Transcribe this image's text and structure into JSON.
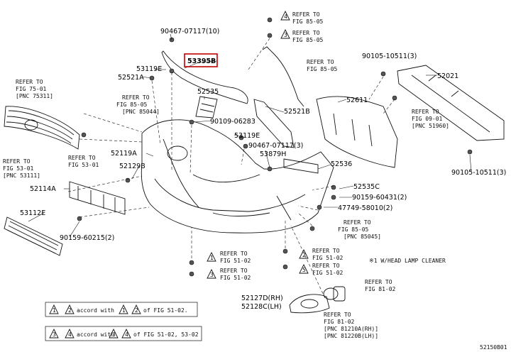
{
  "diagram_id": "52150B01",
  "highlighted_part": "53395B",
  "parts": {
    "p_90467_top": "90467-07117(10)",
    "p_53395B": "53395B",
    "p_53119E_top": "53119E",
    "p_52521A": "52521A",
    "p_52535": "52535",
    "p_90109": "90109-06283",
    "p_52521B": "52521B",
    "p_52611": "52611",
    "p_90105_top": "90105-10511(3)",
    "p_52021": "52021",
    "p_53119E_mid": "53119E",
    "p_90467_mid": "90467-07117(3)",
    "p_53879H": "53879H",
    "p_52536": "52536",
    "p_52535C": "52535C",
    "p_90159_r": "90159-60431(2)",
    "p_47749": "47749-58010(2)",
    "p_52119A": "52119A",
    "p_52129B": "52129B",
    "p_52114A": "52114A",
    "p_53112E": "53112E",
    "p_90159_l": "90159-60215(2)",
    "p_90105_bot": "90105-10511(3)",
    "p_52127D": "52127D(RH)",
    "p_52128C": "52128C(LH)"
  },
  "refs": {
    "r_top1": [
      "REFER TO",
      "FIG 85-05"
    ],
    "r_top2": [
      "REFER TO",
      "FIG 85-05"
    ],
    "r_top3": [
      "REFER TO",
      "FIG 85-05"
    ],
    "r_fig7501": [
      "REFER TO",
      "FIG 75-01",
      "[PNC 75311]"
    ],
    "r_x1_85": [
      "REFER TO",
      "FIG 85-05",
      "[PNC 85044]"
    ],
    "r_fig0901": [
      "REFER TO",
      "FIG 09-01",
      "[PNC 51960]"
    ],
    "r_fig5301_a": [
      "REFER TO",
      "FIG 53-01",
      "[PNC 53111]"
    ],
    "r_fig5301_b": [
      "REFER TO",
      "FIG 53-01"
    ],
    "r_x1_85b": [
      "REFER TO",
      "FIG 85-05",
      "[PNC 85045]"
    ],
    "r_5102_a": [
      "REFER TO",
      "FIG 51-02"
    ],
    "r_5102_b": [
      "REFER TO",
      "FIG 51-02"
    ],
    "r_5102_c": [
      "REFER TO",
      "FIG 51-02"
    ],
    "r_5102_d": [
      "REFER TO",
      "FIG 51-02"
    ],
    "r_8102_a": [
      "REFER TO",
      "FIG 81-02"
    ],
    "r_8102_b": [
      "REFER TO",
      "FIG 81-02",
      "[PNC 81210A(RH)]",
      "[PNC 81220B(LH)]"
    ]
  },
  "notes": {
    "headlamp": "※1 W/HEAD LAMP CLEANER",
    "marker_x1": "※1",
    "legend1": "accord with",
    "legend1_tail": "of FIG 51-02.",
    "legend2_tail": "of FIG 51-02, 53-02"
  },
  "markers": {
    "m1": "1",
    "m2": "2",
    "m3": "3",
    "m4": "4",
    "m5": "5"
  }
}
